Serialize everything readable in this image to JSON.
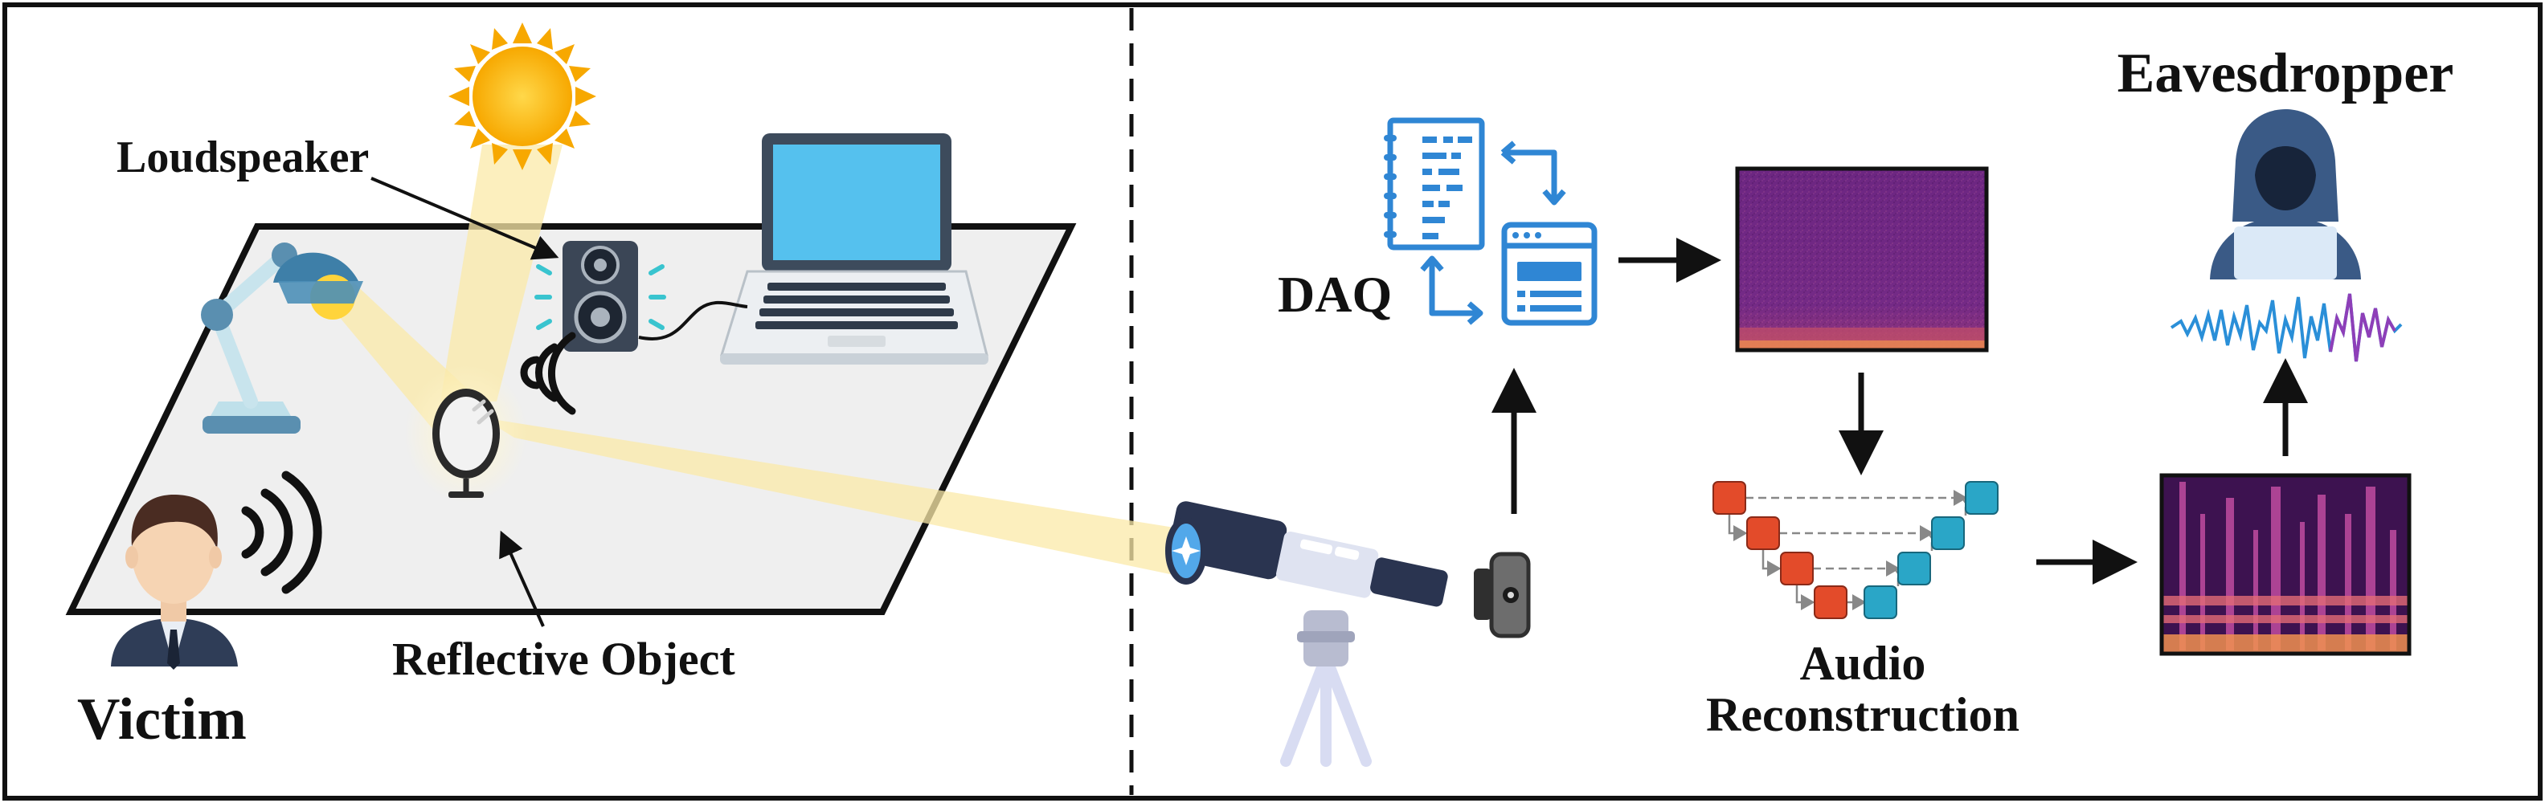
{
  "labels": {
    "loudspeaker": "Loudspeaker",
    "reflective_object": "Reflective Object",
    "victim": "Victim",
    "daq": "DAQ",
    "audio_reconstruction_line1": "Audio",
    "audio_reconstruction_line2": "Reconstruction",
    "eavesdropper": "Eavesdropper"
  },
  "colors": {
    "sun": "#f7b500",
    "laptop_screen": "#55c1ee",
    "laptop_body": "#3d4b5c",
    "daq_blue": "#2f86d4",
    "unet_encoder": "#e34b2a",
    "unet_decoder": "#2aa6c7",
    "light_beam": "#fbe9a8",
    "telescope_dark": "#2a3450",
    "spectrogram_bg": "#5a1c6e"
  },
  "icons": [
    "sun-icon",
    "desk-lamp-icon",
    "laptop-icon",
    "speaker-icon",
    "mirror-icon",
    "person-icon",
    "sound-waves-icon",
    "telescope-icon",
    "photodetector-icon",
    "daq-icon",
    "spectrogram-icon",
    "unet-icon",
    "hacker-icon",
    "waveform-icon"
  ]
}
